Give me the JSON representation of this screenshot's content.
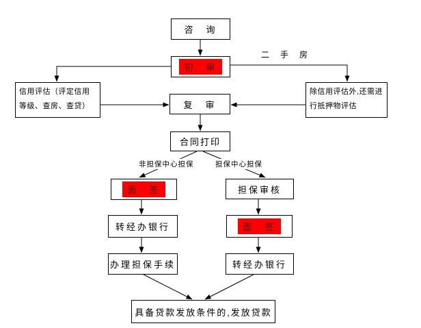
{
  "diagram": {
    "type": "flowchart",
    "language": "zh-CN",
    "colors": {
      "background": "#ffffff",
      "line": "#000000",
      "text": "#000000",
      "highlight": "#fe0000",
      "highlight_text": "#550505"
    },
    "nodes": {
      "consult": {
        "label": "咨　询",
        "highlighted": false
      },
      "initial_review": {
        "label": "初　审",
        "highlighted": true
      },
      "credit_eval": {
        "label": "信用评估（评定信用等级、查房、查贷）",
        "highlighted": false
      },
      "collateral_eval": {
        "label": "除信用评估外,还需进行抵押物评估",
        "highlighted": false
      },
      "second_review": {
        "label": "复　审",
        "highlighted": false
      },
      "contract_print": {
        "label": "合同打印",
        "highlighted": false
      },
      "interview_left": {
        "label": "面　签",
        "highlighted": true
      },
      "guarantee_review": {
        "label": "担保审核",
        "highlighted": false
      },
      "transfer_bank_left": {
        "label": "转经办银行",
        "highlighted": false
      },
      "guarantee_procedure": {
        "label": "办理担保手续",
        "highlighted": false
      },
      "interview_right": {
        "label": "面　签",
        "highlighted": true
      },
      "transfer_bank_right": {
        "label": "转经办银行",
        "highlighted": false
      },
      "loan_issue": {
        "label": "具备贷款发放条件的,发放贷款",
        "highlighted": false
      }
    },
    "edge_labels": {
      "second_hand_house": "二　手　房",
      "non_guarantee_center": "非担保中心担保",
      "guarantee_center": "担保中心担保"
    }
  }
}
